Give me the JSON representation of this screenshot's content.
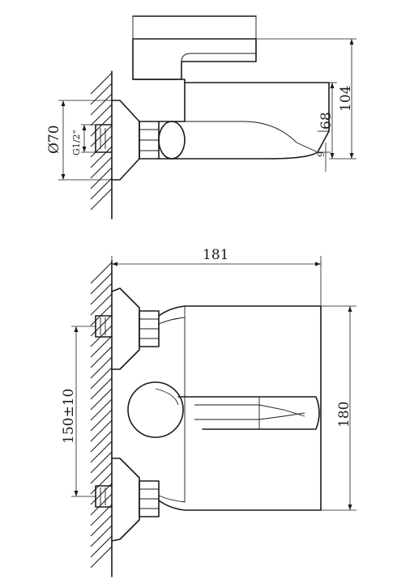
{
  "dimensions": {
    "side_diameter": "Ø70",
    "side_thread": "G1/2\"",
    "side_height_total": "104",
    "side_height_spout": "68",
    "side_height_outlet": "9",
    "front_width": "181",
    "front_height": "180",
    "front_spacing": "150±10"
  }
}
